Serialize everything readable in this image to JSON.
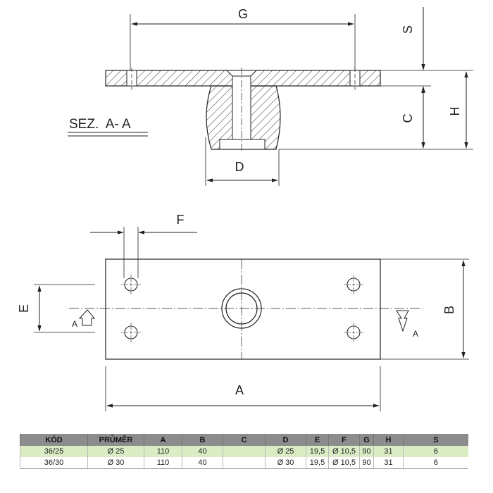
{
  "section_title": "SEZ.  A- A",
  "dims": {
    "G": "G",
    "S": "S",
    "H": "H",
    "C": "C",
    "D": "D",
    "F": "F",
    "E": "E",
    "B": "B",
    "A": "A"
  },
  "section_marks": {
    "left": "A",
    "right": "A"
  },
  "table": {
    "headers": [
      "KÓD",
      "PRŮMĚR",
      "A",
      "B",
      "C",
      "D",
      "E",
      "F",
      "G",
      "H",
      "S"
    ],
    "rows": [
      [
        "36/25",
        "Ø 25",
        "110",
        "40",
        "",
        "Ø 25",
        "19,5",
        "Ø 10,5",
        "90",
        "31",
        "6"
      ],
      [
        "36/30",
        "Ø 30",
        "110",
        "40",
        "",
        "Ø 30",
        "19,5",
        "Ø 10,5",
        "90",
        "31",
        "6"
      ]
    ]
  },
  "colors": {
    "line": "#222222",
    "header_bg": "#8c8c8c",
    "row_highlight": "#d9ecc4"
  }
}
